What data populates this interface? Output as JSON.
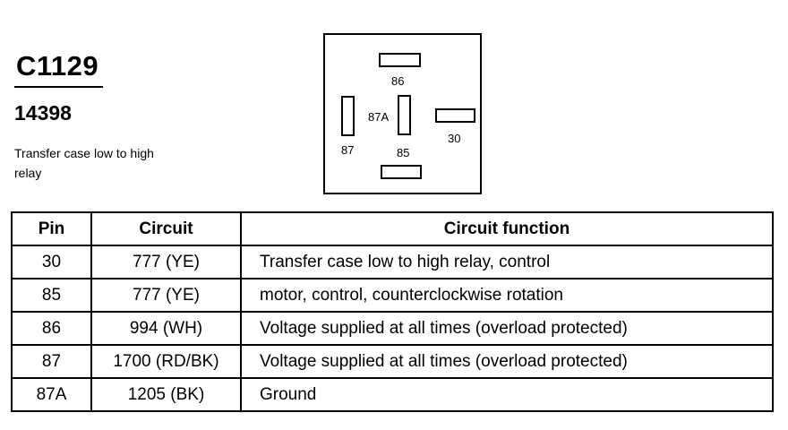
{
  "connector": {
    "id": "C1129",
    "part_number": "14398",
    "description": "Transfer case low to high relay"
  },
  "relay_terminals": {
    "t86": "86",
    "t87": "87",
    "t87a": "87A",
    "t85": "85",
    "t30": "30"
  },
  "table": {
    "headers": [
      "Pin",
      "Circuit",
      "Circuit function"
    ],
    "rows": [
      {
        "pin": "30",
        "circuit": "777 (YE)",
        "function": "Transfer case low to high relay, control"
      },
      {
        "pin": "85",
        "circuit": "777 (YE)",
        "function": "motor, control, counterclockwise rotation"
      },
      {
        "pin": "86",
        "circuit": "994 (WH)",
        "function": "Voltage supplied at all times (overload protected)"
      },
      {
        "pin": "87",
        "circuit": "1700 (RD/BK)",
        "function": "Voltage supplied at all times (overload protected)"
      },
      {
        "pin": "87A",
        "circuit": "1205 (BK)",
        "function": "Ground"
      }
    ]
  }
}
